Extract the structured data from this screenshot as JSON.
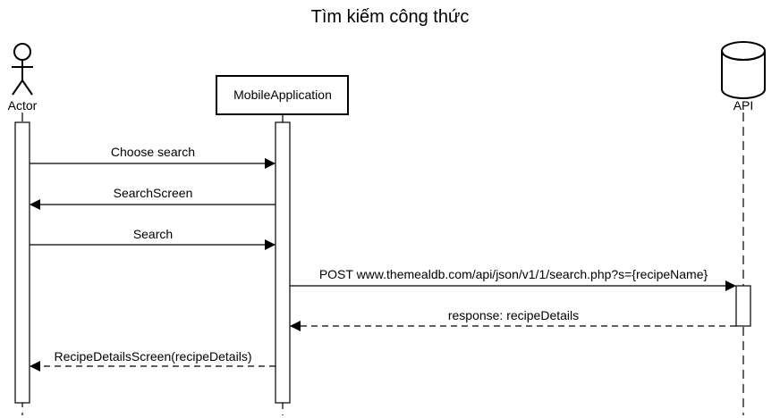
{
  "title": "Tìm kiếm công thức",
  "participants": {
    "actor": "Actor",
    "app": "MobileApplication",
    "api": "API"
  },
  "messages": [
    {
      "label": "Choose search",
      "from": "actor",
      "to": "app",
      "kind": "sync"
    },
    {
      "label": "SearchScreen",
      "from": "app",
      "to": "actor",
      "kind": "sync"
    },
    {
      "label": "Search",
      "from": "actor",
      "to": "app",
      "kind": "sync"
    },
    {
      "label": "POST www.themealdb.com/api/json/v1/1/search.php?s={recipeName}",
      "from": "app",
      "to": "api",
      "kind": "sync"
    },
    {
      "label": "response: recipeDetails",
      "from": "api",
      "to": "app",
      "kind": "return"
    },
    {
      "label": "RecipeDetailsScreen(recipeDetails)",
      "from": "app",
      "to": "actor",
      "kind": "return"
    }
  ]
}
